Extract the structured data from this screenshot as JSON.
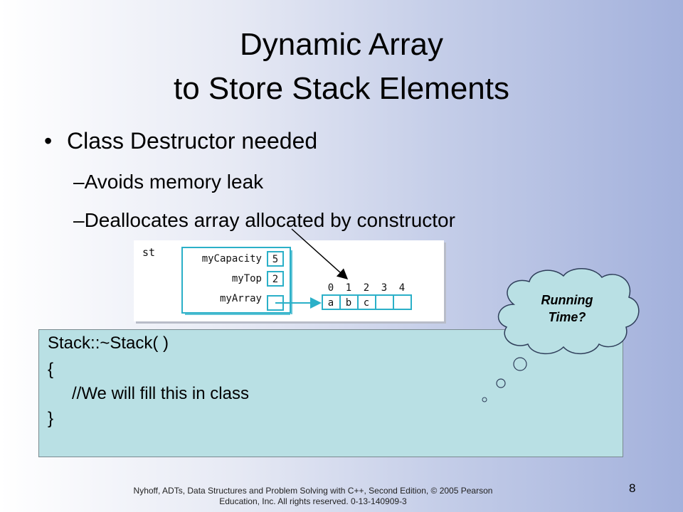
{
  "slide": {
    "title_line1": "Dynamic Array",
    "title_line2": "to Store Stack Elements",
    "bullet": "Class Destructor needed",
    "subbullets": [
      "Avoids memory leak",
      "Deallocates array allocated by constructor"
    ],
    "sub_marker": "–"
  },
  "diagram": {
    "object_label": "st",
    "fields": [
      "myCapacity",
      "myTop",
      "myArray"
    ],
    "values": [
      "5",
      "2",
      ""
    ],
    "indices": [
      "0",
      "1",
      "2",
      "3",
      "4"
    ],
    "cells": [
      "a",
      "b",
      "c",
      "",
      ""
    ]
  },
  "code": {
    "lines": [
      "Stack::~Stack( )",
      "{",
      "//We will fill this in class",
      "}"
    ]
  },
  "callout": {
    "line1": "Running",
    "line2": "Time?"
  },
  "footer": {
    "line1": "Nyhoff, ADTs, Data Structures and Problem Solving with C++, Second Edition, © 2005 Pearson",
    "line2": "Education, Inc. All rights reserved. 0-13-140909-3",
    "page_number": "8"
  },
  "colors": {
    "diagram_line": "#2bb0c8",
    "code_background": "#b9e0e4"
  }
}
